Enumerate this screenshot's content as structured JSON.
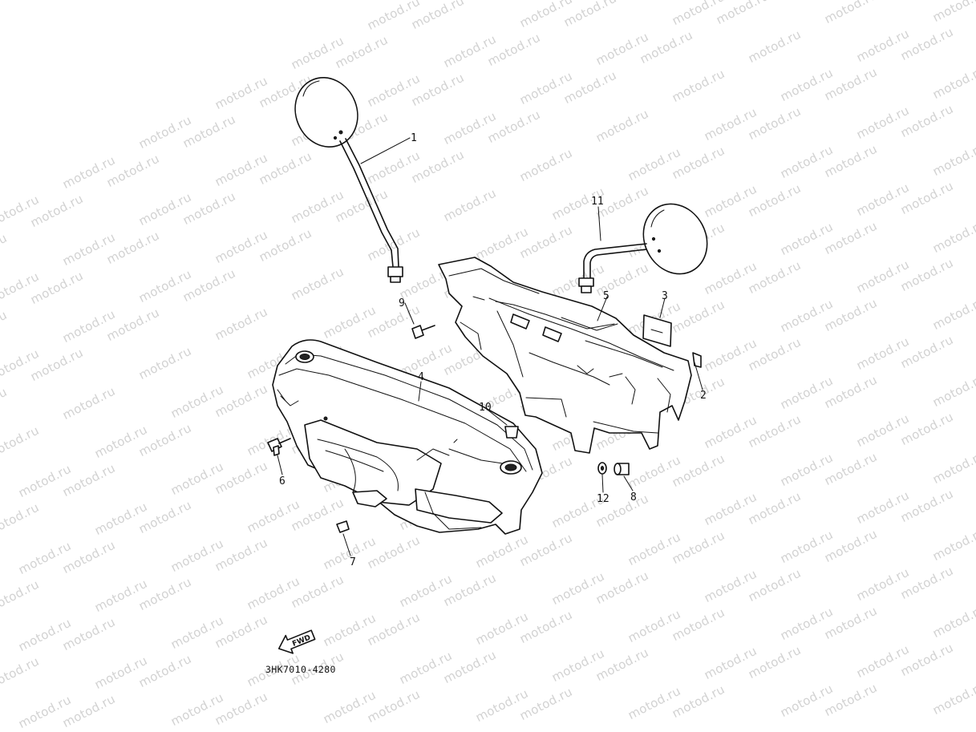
{
  "watermark": {
    "text": "motod.ru"
  },
  "diagram_code": "3HK7010-4280",
  "fwd_label": "FWD",
  "parts": [
    {
      "id": "1",
      "label": "1"
    },
    {
      "id": "2",
      "label": "2"
    },
    {
      "id": "3",
      "label": "3"
    },
    {
      "id": "4",
      "label": "4"
    },
    {
      "id": "5",
      "label": "5"
    },
    {
      "id": "6",
      "label": "6"
    },
    {
      "id": "7",
      "label": "7"
    },
    {
      "id": "8",
      "label": "8"
    },
    {
      "id": "9",
      "label": "9"
    },
    {
      "id": "10",
      "label": "10"
    },
    {
      "id": "11",
      "label": "11"
    },
    {
      "id": "12",
      "label": "12"
    }
  ]
}
